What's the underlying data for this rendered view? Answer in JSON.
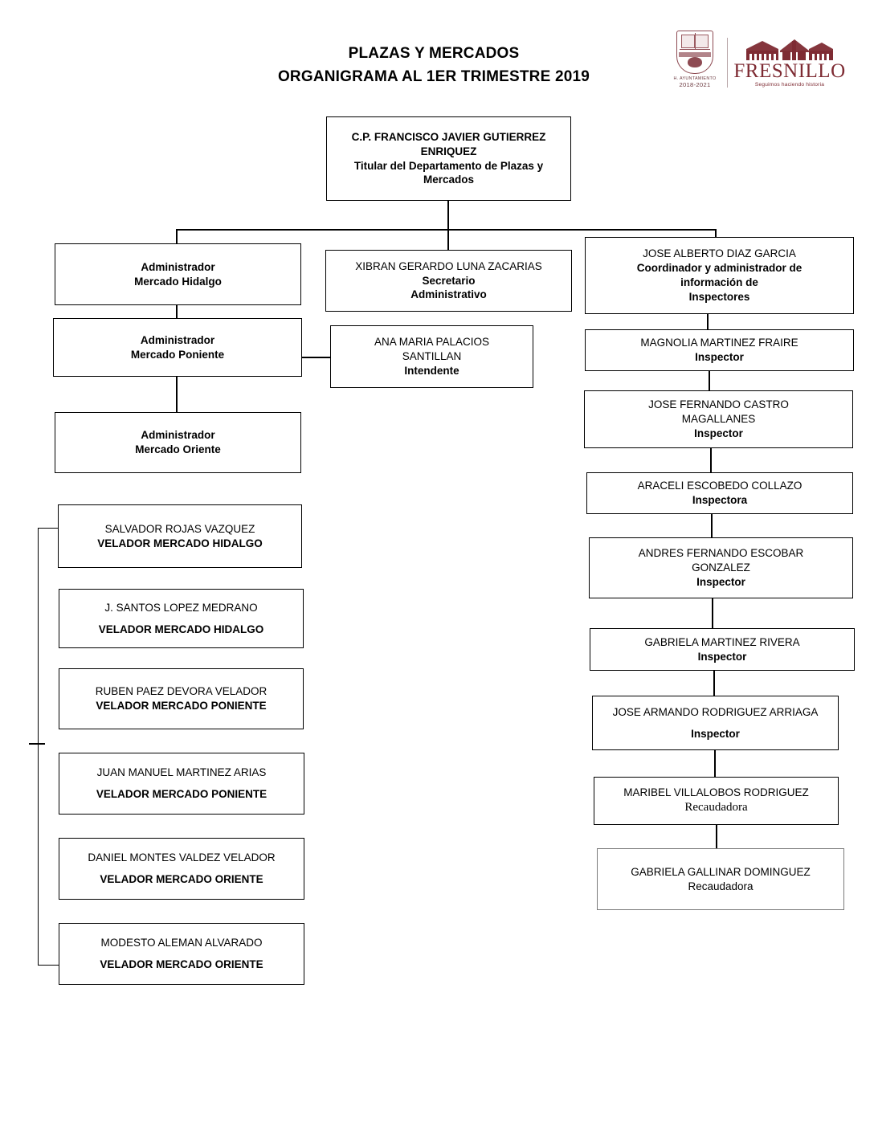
{
  "header": {
    "title_line1": "PLAZAS Y MERCADOS",
    "title_line2": "ORGANIGRAMA AL 1ER TRIMESTRE 2019"
  },
  "logo": {
    "crest_line1": "H. AYUNTAMIENTO",
    "crest_line2": "2018-2021",
    "wordmark": "FRESNILLO",
    "tagline": "Seguimos haciendo historia",
    "brand_color": "#7e2b33"
  },
  "nodes": {
    "titular": {
      "name_line1": "C.P. FRANCISCO JAVIER GUTIERREZ",
      "name_line2": "ENRIQUEZ",
      "role_line1": "Titular del Departamento de Plazas y",
      "role_line2": "Mercados"
    },
    "admin_hidalgo": {
      "line1": "Administrador",
      "line2": "Mercado Hidalgo"
    },
    "admin_poniente": {
      "line1": "Administrador",
      "line2": "Mercado Poniente"
    },
    "admin_oriente": {
      "line1": "Administrador",
      "line2": "Mercado Oriente"
    },
    "secretario": {
      "name": "XIBRAN GERARDO LUNA ZACARIAS",
      "role_line1": "Secretario",
      "role_line2": "Administrativo"
    },
    "intendente": {
      "name_line1": "ANA MARIA PALACIOS",
      "name_line2": "SANTILLAN",
      "role": "Intendente"
    },
    "coordinador": {
      "name": "JOSE ALBERTO DIAZ GARCIA",
      "role_line1": "Coordinador y administrador de",
      "role_line2": "información de",
      "role_line3": "Inspectores"
    },
    "insp_magnolia": {
      "name": "MAGNOLIA MARTINEZ FRAIRE",
      "role": "Inspector"
    },
    "insp_castro": {
      "name_line1": "JOSE FERNANDO CASTRO",
      "name_line2": "MAGALLANES",
      "role": "Inspector"
    },
    "insp_araceli": {
      "name": "ARACELI ESCOBEDO COLLAZO",
      "role": "Inspectora"
    },
    "insp_andres": {
      "name_line1": "ANDRES FERNANDO ESCOBAR",
      "name_line2": "GONZALEZ",
      "role": "Inspector"
    },
    "insp_gabriela": {
      "name": "GABRIELA MARTINEZ RIVERA",
      "role": "Inspector"
    },
    "insp_armando": {
      "name": "JOSE ARMANDO RODRIGUEZ ARRIAGA",
      "role": "Inspector"
    },
    "rec_maribel": {
      "name": "MARIBEL VILLALOBOS RODRIGUEZ",
      "role": "Recaudadora"
    },
    "rec_gallinar": {
      "name": "GABRIELA GALLINAR DOMINGUEZ",
      "role": "Recaudadora"
    },
    "vel_salvador": {
      "name": "SALVADOR ROJAS VAZQUEZ",
      "role": "VELADOR MERCADO HIDALGO"
    },
    "vel_santos": {
      "name": "J. SANTOS LOPEZ MEDRANO",
      "role": "VELADOR MERCADO HIDALGO"
    },
    "vel_ruben": {
      "name": "RUBEN PAEZ DEVORA VELADOR",
      "role": "VELADOR MERCADO PONIENTE"
    },
    "vel_juan": {
      "name": "JUAN MANUEL MARTINEZ ARIAS",
      "role": "VELADOR MERCADO PONIENTE"
    },
    "vel_daniel": {
      "name": "DANIEL MONTES VALDEZ VELADOR",
      "role": "VELADOR MERCADO ORIENTE"
    },
    "vel_modesto": {
      "name": "MODESTO ALEMAN ALVARADO",
      "role": "VELADOR MERCADO ORIENTE"
    }
  }
}
